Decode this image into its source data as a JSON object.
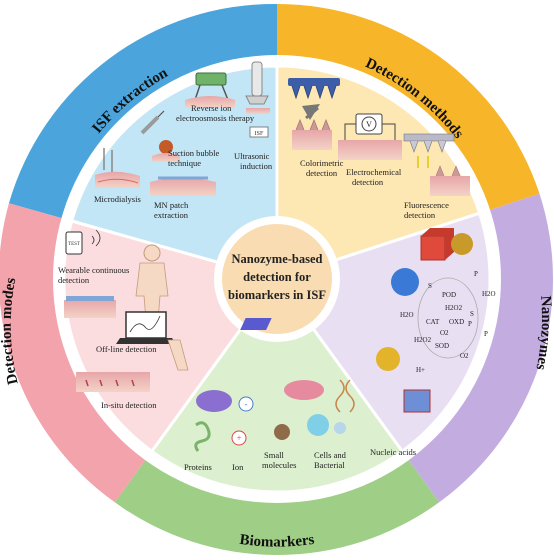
{
  "center": {
    "line1": "Nanozyme-based",
    "line2": "detection for",
    "line3": "biomarkers in ISF"
  },
  "ring_titles": {
    "isf_extraction": "ISF extraction",
    "detection_methods": "Detection methods",
    "nanozymes": "Nanozymes",
    "biomarkers": "Biomarkers",
    "detection_modes": "Detection modes"
  },
  "isf": {
    "reverse_ion_1": "Reverse ion",
    "reverse_ion_2": "electroosmosis therapy",
    "suction_1": "Suction bubble",
    "suction_2": "technique",
    "ultrasonic_1": "Ultrasonic",
    "ultrasonic_2": "induction",
    "microdialysis": "Microdialysis",
    "mn_1": "MN patch",
    "mn_2": "extraction",
    "isf_tag": "ISF"
  },
  "methods": {
    "colorimetric_1": "Colorimetric",
    "colorimetric_2": "detection",
    "electrochemical_1": "Electrochemical",
    "electrochemical_2": "detection",
    "fluorescence_1": "Fluorescence",
    "fluorescence_2": "detection",
    "meter": "V"
  },
  "nanozymes": {
    "pod": "POD",
    "cat": "CAT",
    "oxd": "OXD",
    "sod": "SOD",
    "h2o_a": "H2O",
    "h2o_b": "H2O",
    "h2o2_a": "H2O2",
    "h2o2_b": "H2O2",
    "o2_a": "O2",
    "o2_b": "O2",
    "hplus": "H+",
    "s_a": "S",
    "s_b": "S",
    "p_a": "P",
    "p_b": "P",
    "p_c": "P"
  },
  "biomarkers": {
    "proteins": "Proteins",
    "ion": "Ion",
    "small_1": "Small",
    "small_2": "molecules",
    "cells_1": "Cells and",
    "cells_2": "Bacterial",
    "nucleic": "Nucleic acids",
    "minus": "-",
    "plus": "+"
  },
  "modes": {
    "wearable_1": "Wearable continuous",
    "wearable_2": "detection",
    "offline": "Off-line detection",
    "insitu": "In-situ detection",
    "test": "TEST"
  },
  "colors": {
    "isf_band": "#4ba5dc",
    "isf_fill": "#c2e6f6",
    "methods_band": "#f7b62a",
    "methods_fill": "#fde7b3",
    "nanozymes_band": "#c3ade0",
    "nanozymes_fill": "#e9dff3",
    "biomarkers_band": "#9fce86",
    "biomarkers_fill": "#dcefcf",
    "modes_band": "#f2a3ac",
    "modes_fill": "#fbdde0",
    "center_fill": "#f9dcb2"
  }
}
